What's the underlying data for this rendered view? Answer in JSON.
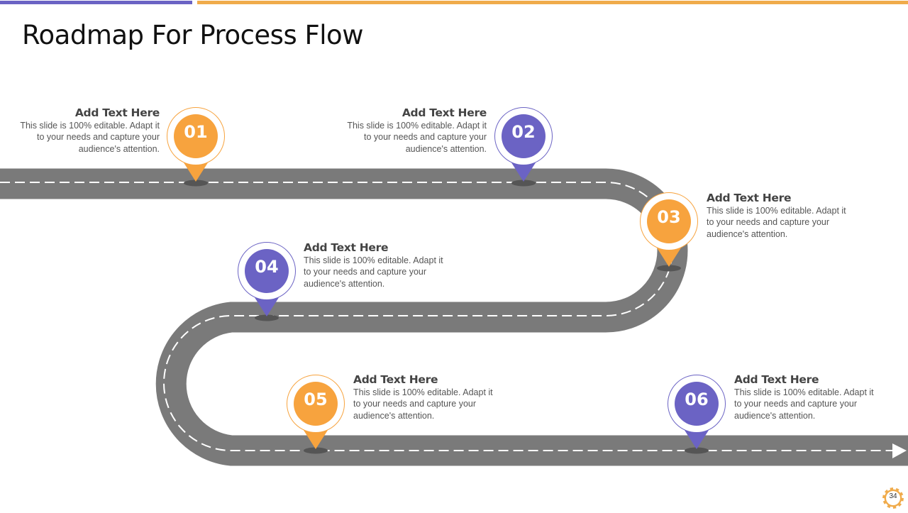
{
  "slide": {
    "title": "Roadmap For Process Flow",
    "page_number": "34",
    "colors": {
      "purple": "#6b63c4",
      "orange": "#f7a33e",
      "road": "#7a7a7a",
      "lane_marking": "#ffffff"
    }
  },
  "steps": [
    {
      "number": "01",
      "color": "orange",
      "heading": "Add Text Here",
      "body": "This slide is 100% editable. Adapt it to your needs and capture your audience's attention."
    },
    {
      "number": "02",
      "color": "purple",
      "heading": "Add Text Here",
      "body": "This slide is 100% editable. Adapt it to your needs and capture your audience's attention."
    },
    {
      "number": "03",
      "color": "orange",
      "heading": "Add Text Here",
      "body": "This slide is 100% editable. Adapt it to your needs and capture your audience's attention."
    },
    {
      "number": "04",
      "color": "purple",
      "heading": "Add Text Here",
      "body": "This slide is 100% editable. Adapt it to your needs and capture your audience's attention."
    },
    {
      "number": "05",
      "color": "orange",
      "heading": "Add Text Here",
      "body": "This slide is 100% editable. Adapt it to your needs and capture your audience's attention."
    },
    {
      "number": "06",
      "color": "purple",
      "heading": "Add Text Here",
      "body": "This slide is 100% editable. Adapt it to your needs and capture your audience's attention."
    }
  ]
}
